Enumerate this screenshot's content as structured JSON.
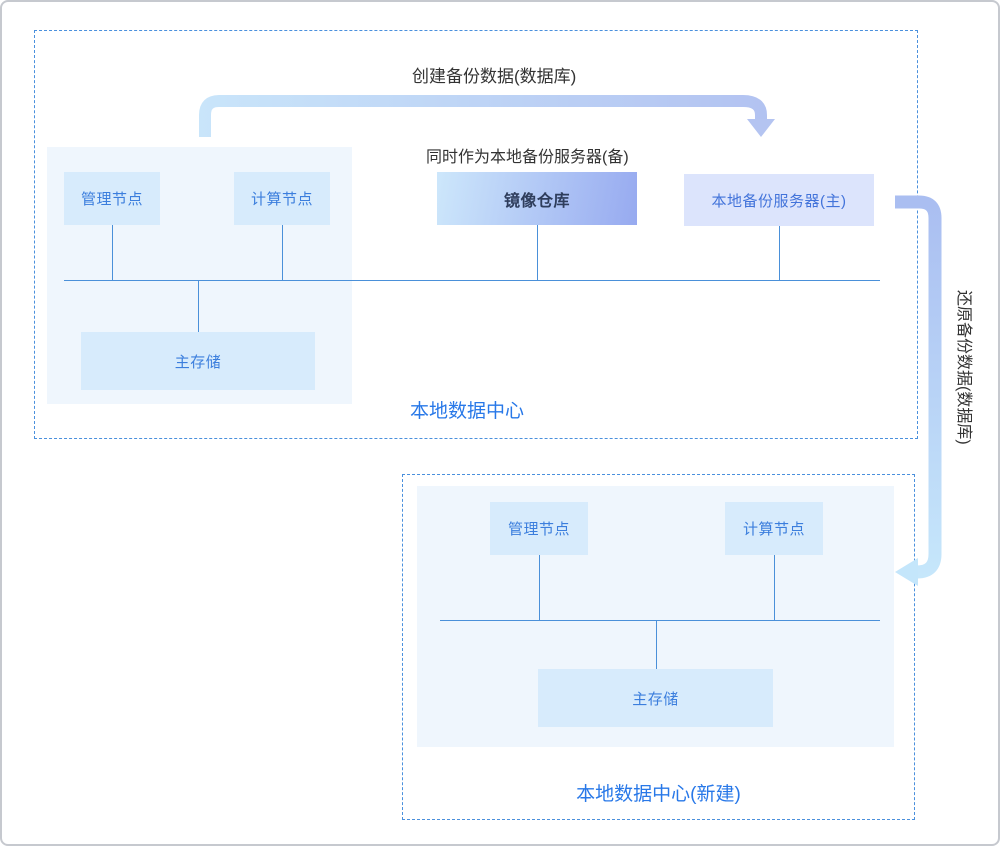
{
  "colors": {
    "accent_blue": "#3b7edd",
    "dashed_border": "#4a90dd",
    "panel_bg": "#eff6fd",
    "node_bg": "#d7ebfc",
    "backup_node_bg": "#dce4fc",
    "backup_text": "#4273da",
    "mirror_gradient_start": "#cde7fb",
    "mirror_gradient_end": "#97aaf0",
    "mirror_text": "#2e3d5c",
    "arrow_light": "#c9e5fa",
    "arrow_periwinkle": "#aabef1",
    "line_blue": "#4a90d9",
    "label_blue": "#2878e8",
    "text_dark": "#333333"
  },
  "annotations": {
    "create_backup": "创建备份数据(数据库)",
    "also_backup_server": "同时作为本地备份服务器(备)",
    "restore_backup": "还原备份数据(数据库)"
  },
  "dc1": {
    "label": "本地数据中心",
    "nodes": {
      "mgmt": "管理节点",
      "compute": "计算节点",
      "mirror": "镜像仓库",
      "backup_primary": "本地备份服务器(主)",
      "storage": "主存储"
    }
  },
  "dc2": {
    "label": "本地数据中心(新建)",
    "nodes": {
      "mgmt": "管理节点",
      "compute": "计算节点",
      "storage": "主存储"
    }
  }
}
